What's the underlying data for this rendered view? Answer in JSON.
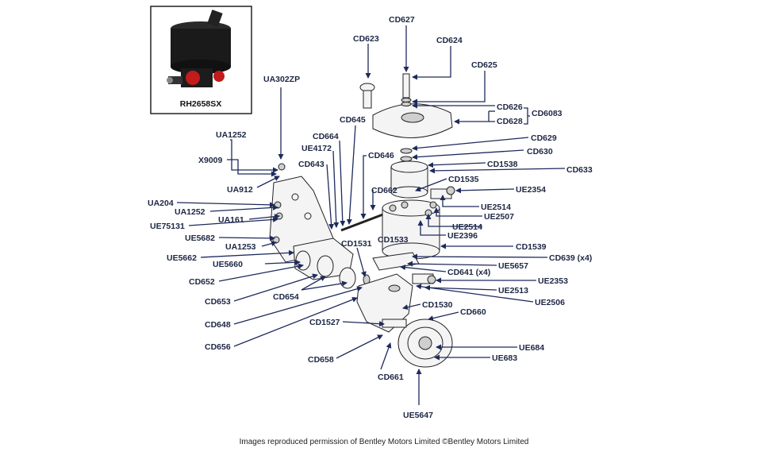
{
  "inset": {
    "caption": "RH2658SX"
  },
  "caption": "Images reproduced permission of Bentley Motors Limited ©Bentley Motors Limited",
  "colors": {
    "leader": "#1e2a5c",
    "label": "#1d2744"
  },
  "labels": {
    "CD627": "CD627",
    "CD623": "CD623",
    "CD624": "CD624",
    "CD625": "CD625",
    "CD626": "CD626",
    "CD6083": "CD6083",
    "CD628": "CD628",
    "CD629": "CD629",
    "CD630": "CD630",
    "CD1538": "CD1538",
    "CD633": "CD633",
    "CD1535": "CD1535",
    "UE2354": "UE2354",
    "UE2514a": "UE2514",
    "UE2507": "UE2507",
    "UE2514b": "UE2514",
    "UE2396": "UE2396",
    "CD1539": "CD1539",
    "CD639": "CD639 (x4)",
    "UE5657": "UE5657",
    "CD641": "CD641 (x4)",
    "UE2353": "UE2353",
    "UE2513": "UE2513",
    "UE2506": "UE2506",
    "CD1530": "CD1530",
    "CD660": "CD660",
    "UE684": "UE684",
    "UE683": "UE683",
    "CD661": "CD661",
    "UE5647": "UE5647",
    "CD658": "CD658",
    "CD1527": "CD1527",
    "CD656": "CD656",
    "CD648": "CD648",
    "CD654": "CD654",
    "CD653": "CD653",
    "CD652": "CD652",
    "UE5660": "UE5660",
    "UE5662": "UE5662",
    "UA1253": "UA1253",
    "UE5682": "UE5682",
    "UE75131": "UE75131",
    "UA161": "UA161",
    "UA1252b": "UA1252",
    "UA204": "UA204",
    "UA912": "UA912",
    "X9009": "X9009",
    "UA1252a": "UA1252",
    "UA302ZP": "UA302ZP",
    "CD645": "CD645",
    "CD664": "CD664",
    "UE4172": "UE4172",
    "CD643": "CD643",
    "CD646": "CD646",
    "CD662": "CD662",
    "CD1531": "CD1531",
    "CD1533": "CD1533"
  }
}
